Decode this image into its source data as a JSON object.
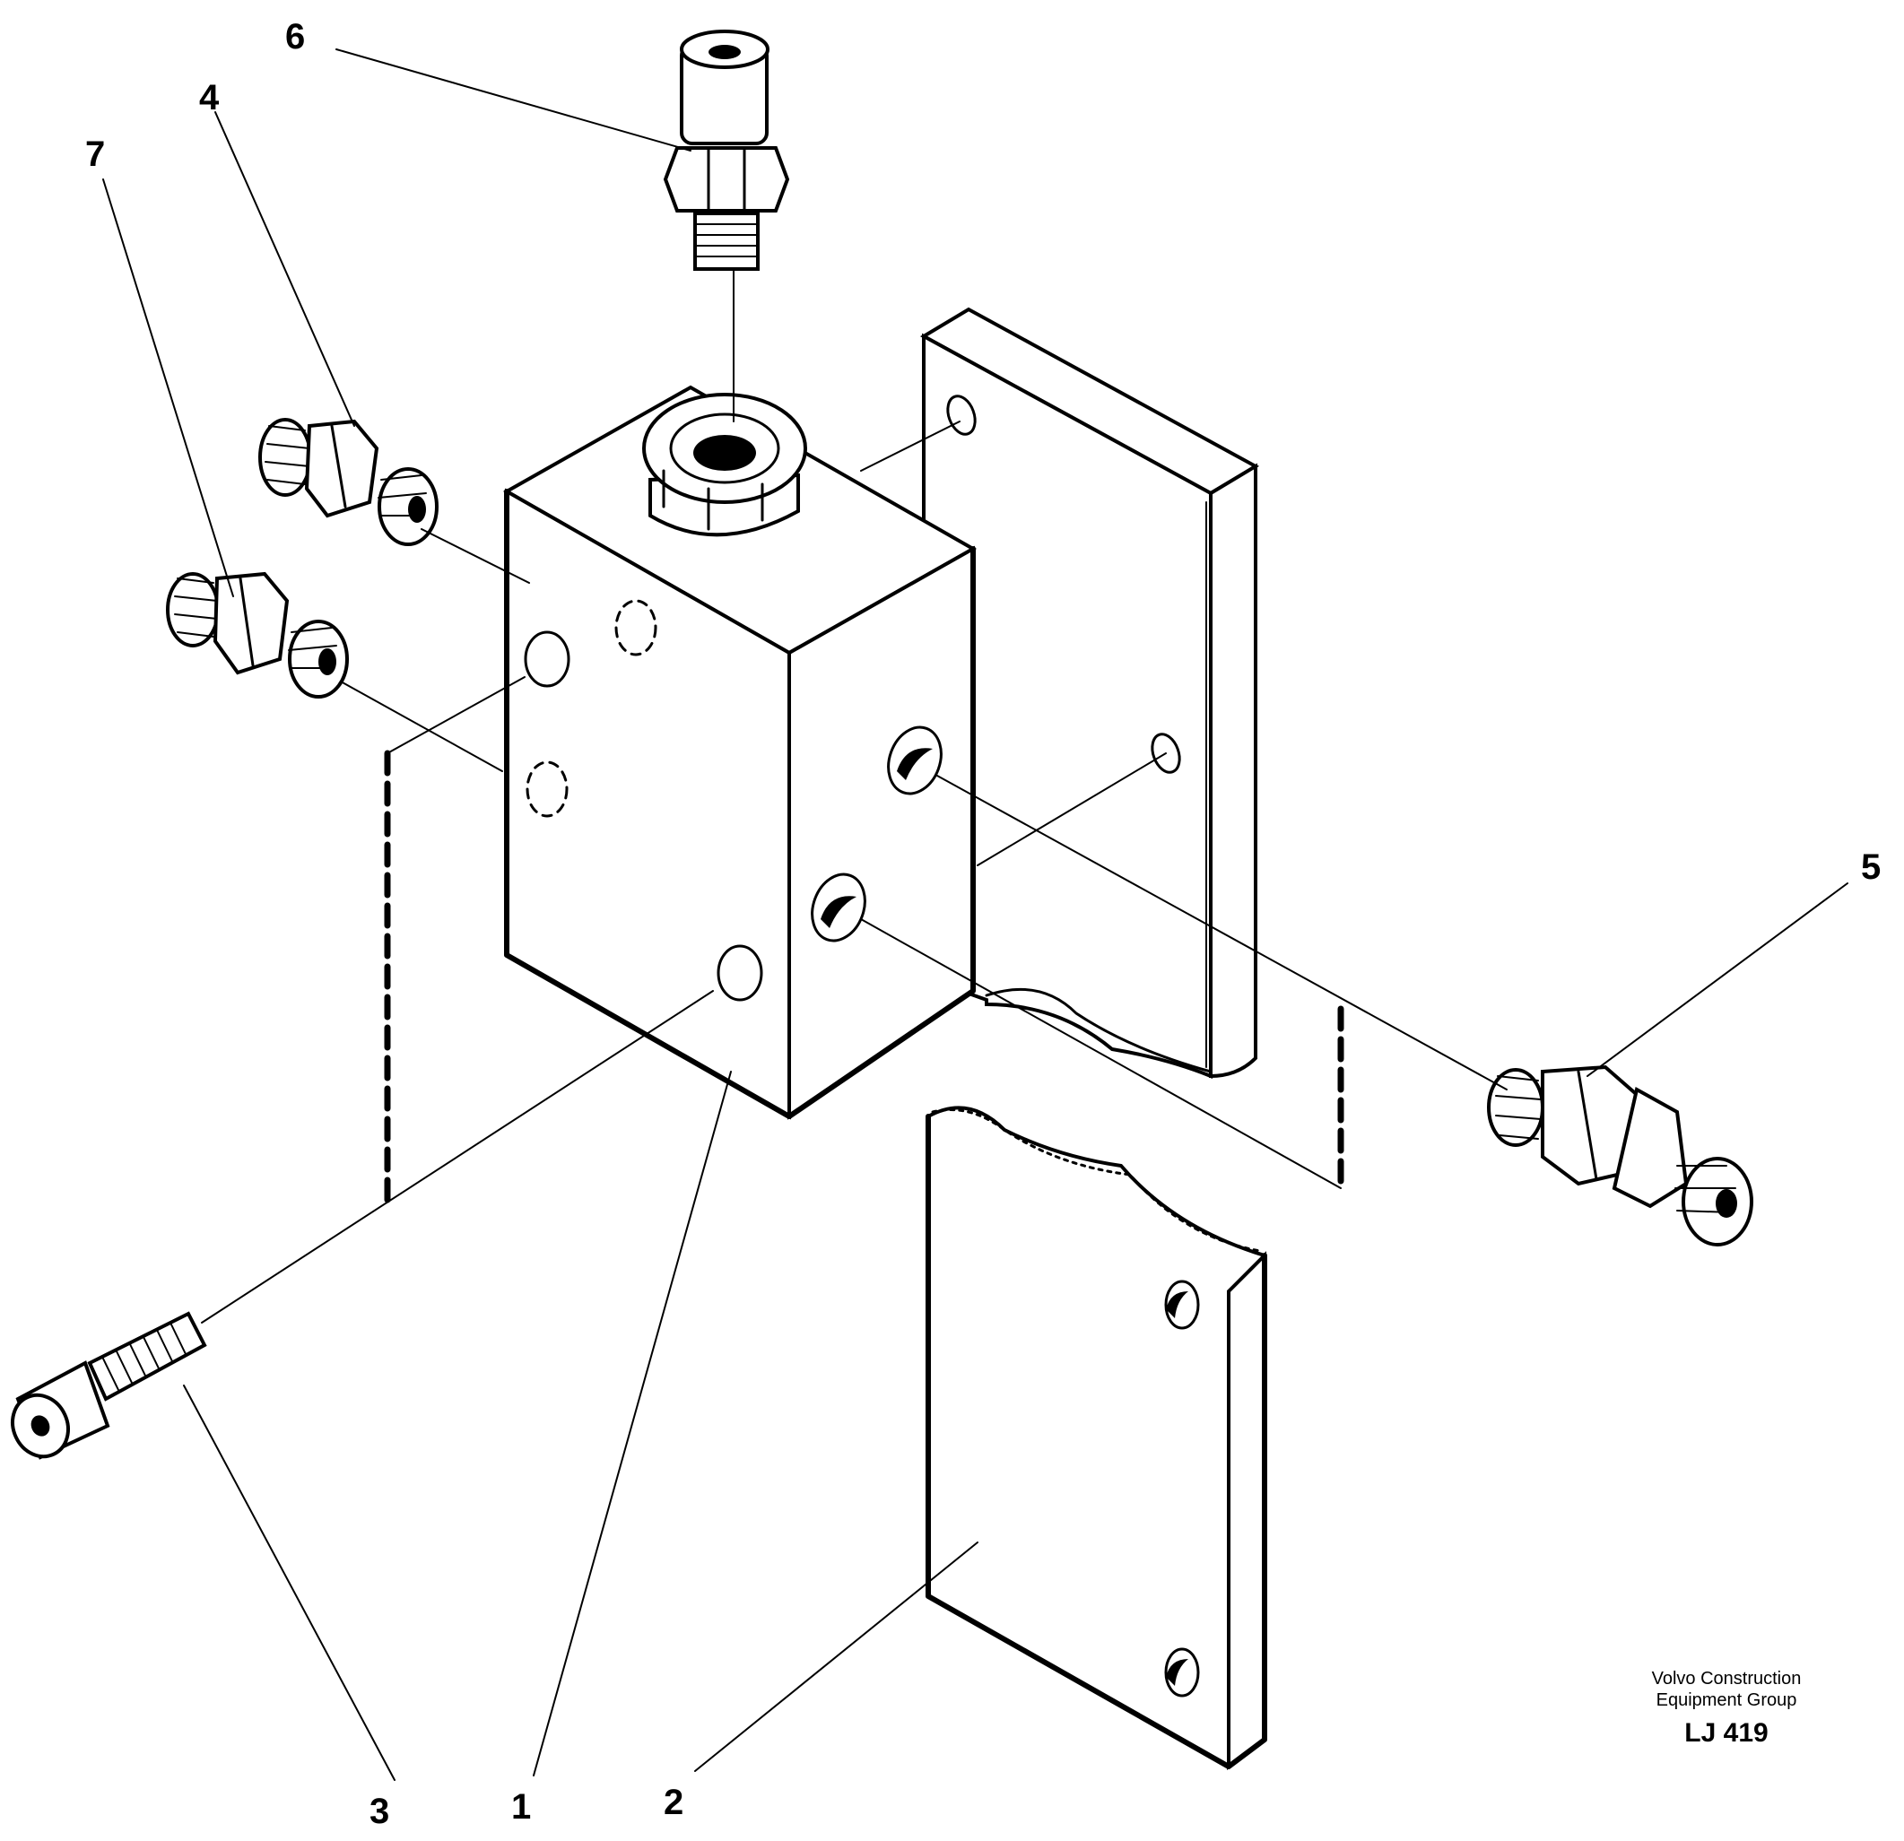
{
  "callouts": [
    "6",
    "4",
    "7",
    "5",
    "3",
    "1",
    "2"
  ],
  "caption": {
    "company_line1": "Volvo Construction",
    "company_line2": "Equipment Group",
    "code": "LJ 419"
  }
}
